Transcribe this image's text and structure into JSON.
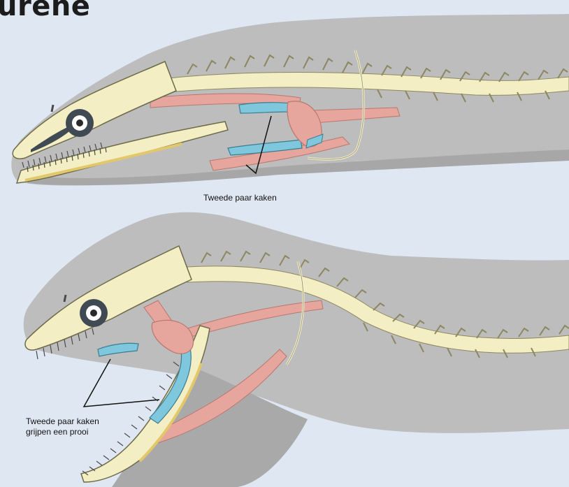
{
  "title": "urene",
  "labels": {
    "top": "Tweede paar kaken",
    "bottom_line1": "Tweede paar kaken",
    "bottom_line2": "grijpen een prooi"
  },
  "colors": {
    "background": "#dfe8f2",
    "body": "#b9b9b9",
    "bone": "#f2edbf",
    "muscle": "#e5a39b",
    "pharyngeal_jaw": "#7cc6dc",
    "jaw_edge": "#e6cf72"
  }
}
